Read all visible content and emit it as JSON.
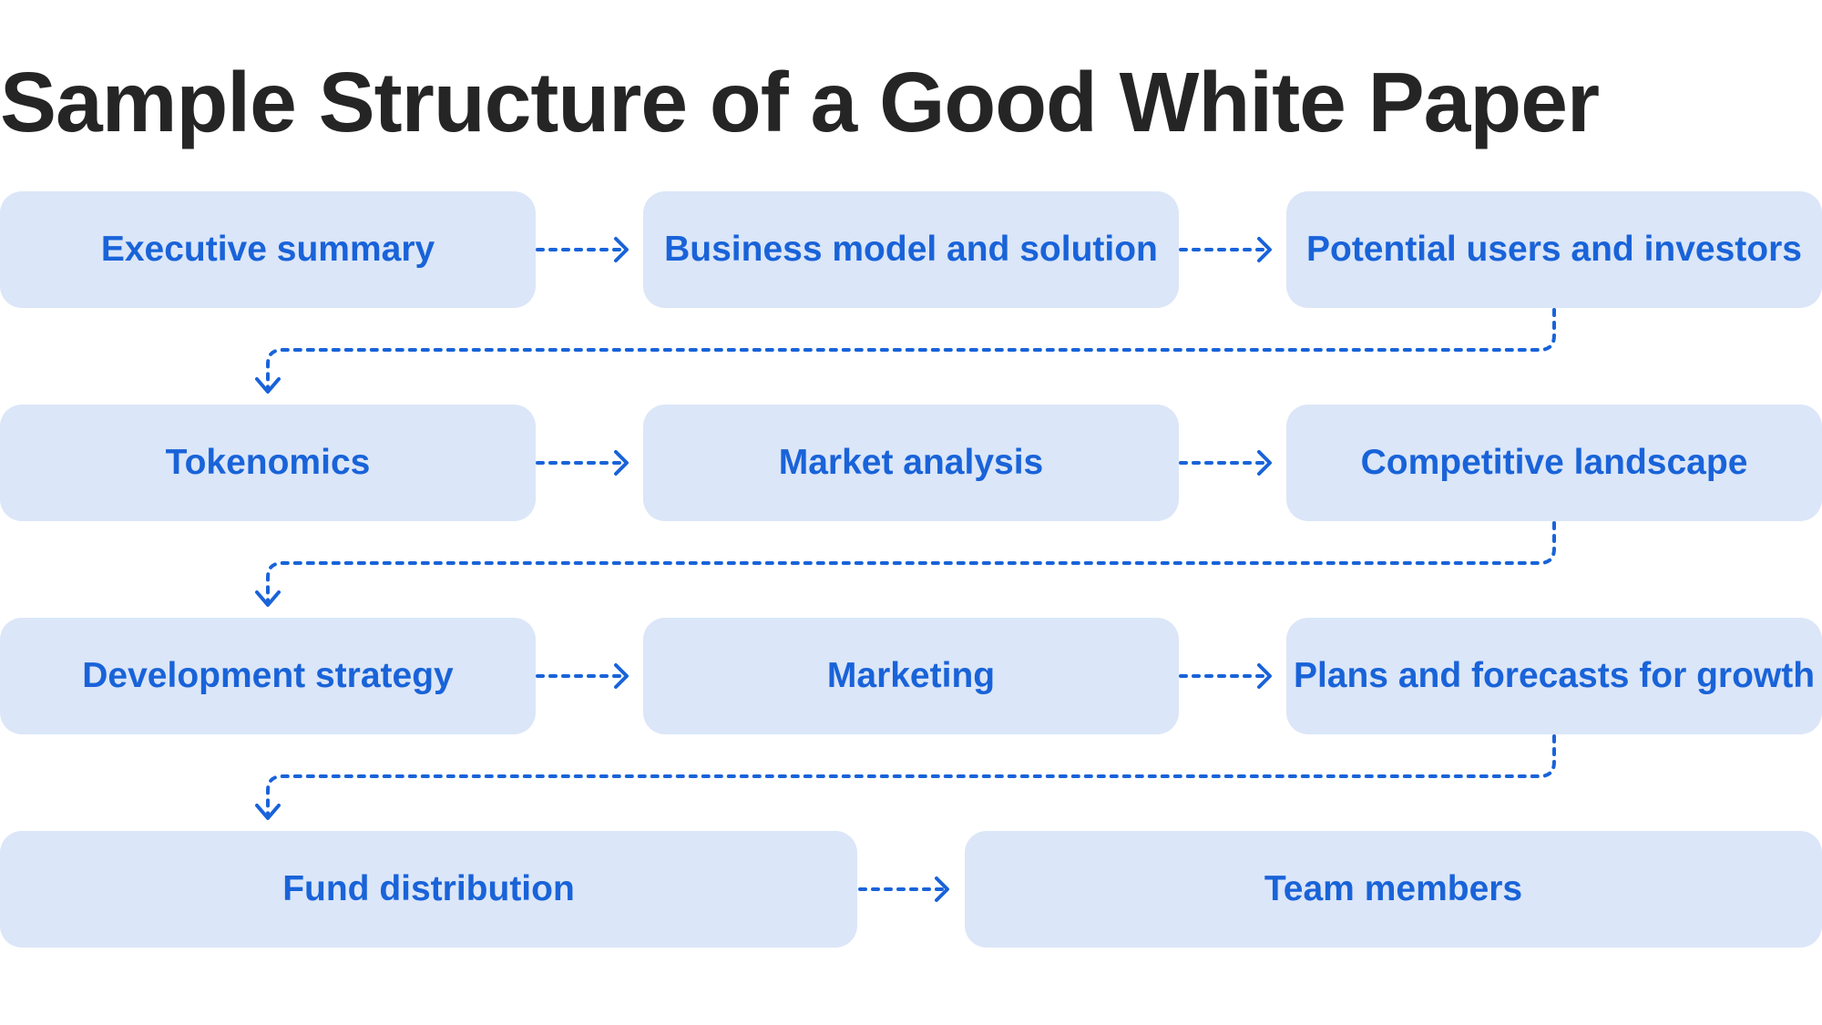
{
  "title": "Sample Structure of a Good White Paper",
  "colors": {
    "title": "#252525",
    "box_fill": "#dbe6f8",
    "box_text": "#1963d9",
    "connector": "#1963d9"
  },
  "steps": [
    {
      "label": "Executive summary"
    },
    {
      "label": "Business model and solution"
    },
    {
      "label": "Potential users and investors"
    },
    {
      "label": "Tokenomics"
    },
    {
      "label": "Market analysis"
    },
    {
      "label": "Competitive landscape"
    },
    {
      "label": "Development strategy"
    },
    {
      "label": "Marketing"
    },
    {
      "label": "Plans and forecasts for growth"
    },
    {
      "label": "Fund distribution"
    },
    {
      "label": "Team members"
    }
  ],
  "flow": "left-to-right rows, each row continuing from the right end of the previous row to the left start of the next row"
}
